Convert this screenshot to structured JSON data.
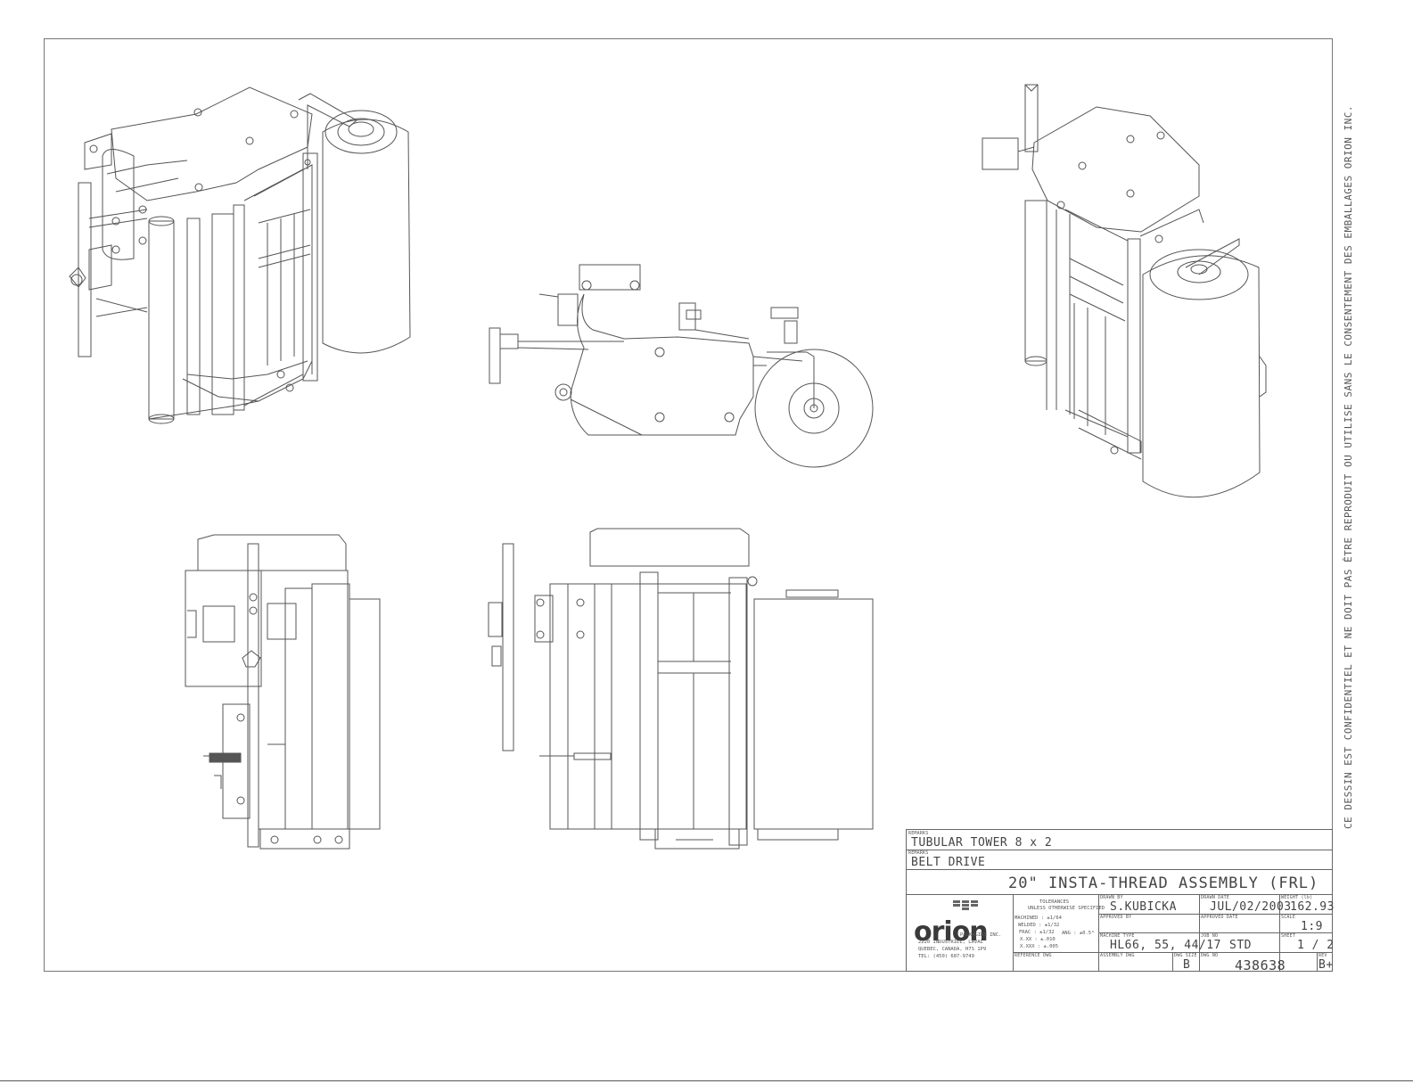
{
  "side_note": "CE DESSIN EST CONFIDENTIEL ET NE DOIT PAS ÊTRE REPRODUIT OU UTILISE SANS LE CONSENTEMENT DES EMBALLAGES ORION INC.",
  "title_block": {
    "remarks_label_1": "REMARKS",
    "remarks_1": "TUBULAR TOWER 8 x 2",
    "remarks_label_2": "REMARKS",
    "remarks_2": "BELT DRIVE",
    "title": "20\" INSTA-THREAD ASSEMBLY (FRL)",
    "company": {
      "logo_text": "orion",
      "name": "PACKAGING INC.",
      "address_1": "2220 INDUSTRIEL, LAVAL",
      "address_2": "QUEBEC, CANADA, H7S 1P9",
      "phone": "TEL: (450) 687-9749"
    },
    "tolerances": {
      "heading": "TOLERANCES",
      "subheading": "UNLESS OTHERWISE SPECIFIED",
      "lines": [
        "MACHINED : ±1/64",
        "WELDED : ±1/32",
        "FRAC : ±1/32",
        "X.XX : ±.010",
        "X.XXX : ±.005"
      ],
      "angle": "ANG : ±0.5°"
    },
    "reference_dwg_label": "REFERENCE DWG",
    "drawn_by_label": "DRAWN BY",
    "drawn_by": "S.KUBICKA",
    "approved_by_label": "APPROVED BY",
    "machine_type_label": "MACHINE TYPE",
    "machine_type": "HL66, 55, 44/17",
    "assembly_dwg_label": "ASSEMBLY DWG",
    "drawn_date_label": "DRAWN DATE",
    "drawn_date": "JUL/02/2003",
    "approved_date_label": "APPROVED DATE",
    "job_no_label": "JOB NO",
    "job_no": "STD",
    "dwg_size_label": "DWG SIZE",
    "dwg_size": "B",
    "dwg_no_label": "DWG NO",
    "dwg_no": "438638",
    "weight_label": "WEIGHT (lb)",
    "weight": "162.93",
    "scale_label": "SCALE",
    "scale": "1:9",
    "sheet_label": "SHEET",
    "sheet": "1 / 2",
    "rev_label": "REV",
    "rev": "B+"
  },
  "colors": {
    "line": "#555555",
    "frame": "#777777",
    "background": "#ffffff"
  }
}
